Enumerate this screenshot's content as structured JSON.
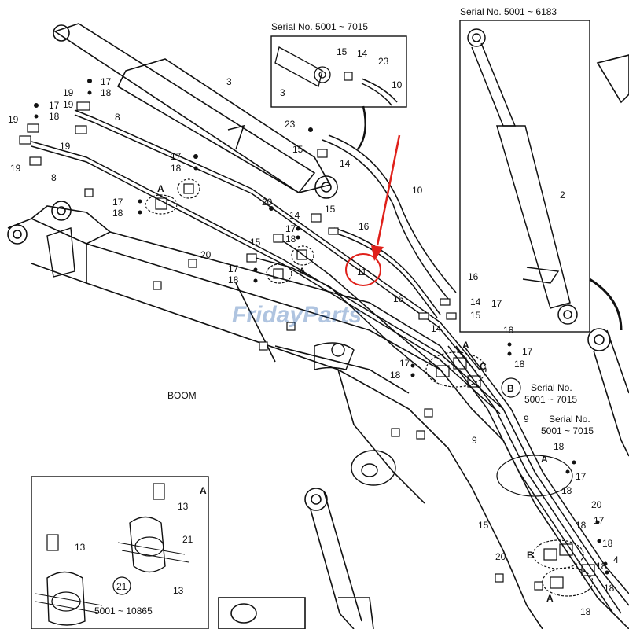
{
  "watermark": "FridayParts",
  "boom_label": "BOOM",
  "inset_top": {
    "serial": "Serial No. 5001 ~ 7015",
    "parts": [
      "15",
      "14",
      "23",
      "3",
      "10"
    ]
  },
  "inset_right": {
    "serial": "Serial No. 5001 ~ 6183",
    "part": "2"
  },
  "inset_bottom_left": {
    "letter": "A",
    "parts": [
      "13",
      "21",
      "13",
      "13",
      "21"
    ],
    "serial": "5001 ~ 10865"
  },
  "callout_b_serial": [
    "Serial No.",
    "5001 ~ 7015"
  ],
  "callout_a_serial": [
    "Serial No.",
    "5001 ~ 7015"
  ],
  "highlight_part": "11",
  "labels": {
    "p3": "3",
    "p8a": "8",
    "p8b": "8",
    "p17a": "17",
    "p18a": "18",
    "p19a": "19",
    "p17b": "17",
    "p18b": "18",
    "p19b": "19",
    "p19c": "19",
    "p19d": "19",
    "p17c": "17",
    "p18c": "18",
    "pA1": "A",
    "p17d": "17",
    "p18d": "18",
    "p23": "23",
    "p15a": "15",
    "p14a": "14",
    "p10": "10",
    "p20a": "20",
    "p14b": "14",
    "p15b": "15",
    "p16a": "16",
    "p17e": "17",
    "p18e": "18",
    "p15c": "15",
    "p20b": "20",
    "p17f": "17",
    "p18f": "18",
    "pA2": "A",
    "p16b": "16",
    "p14c": "14",
    "p15d": "15",
    "p16c": "16",
    "p14d": "14",
    "p17g": "17",
    "p18g": "18",
    "p17h": "17",
    "p18h": "18",
    "p17i": "17",
    "p18i": "18",
    "pA3": "A",
    "pC": "C",
    "pB": "B",
    "p9a": "9",
    "p9b": "9",
    "pA4": "A",
    "p18j": "18",
    "p17j": "17",
    "p18k": "18",
    "p20c": "20",
    "p18l": "18",
    "p17k": "17",
    "p15e": "15",
    "p18m": "18",
    "p20d": "20",
    "pB2": "B",
    "p4": "4",
    "p18n": "18",
    "p18o": "18",
    "pA5": "A",
    "p18p": "18"
  }
}
